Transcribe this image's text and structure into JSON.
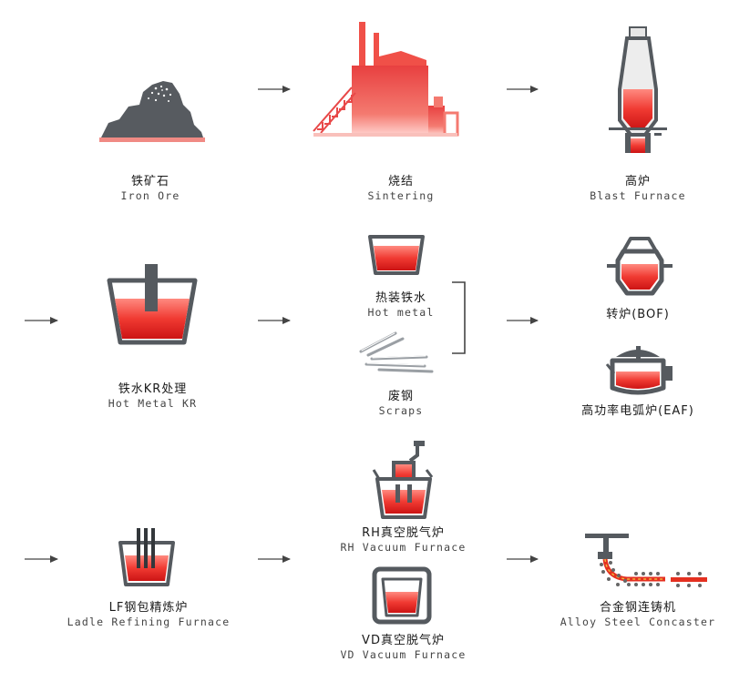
{
  "colors": {
    "steel": "#555a5f",
    "hot_top": "#ff5a50",
    "hot_bottom": "#d21818",
    "arrow": "#444444"
  },
  "nodes": {
    "iron_ore": {
      "zh": "铁矿石",
      "en": "Iron Ore",
      "icon": "iron-ore-pile-icon"
    },
    "sintering": {
      "zh": "烧结",
      "en": "Sintering",
      "icon": "sintering-plant-icon"
    },
    "blast_furnace": {
      "zh": "高炉",
      "en": "Blast Furnace",
      "icon": "blast-furnace-icon"
    },
    "kr": {
      "zh": "铁水KR处理",
      "en": "Hot Metal KR",
      "icon": "kr-ladle-icon"
    },
    "hot_metal": {
      "zh": "热装铁水",
      "en": "Hot metal",
      "icon": "hot-metal-ladle-icon"
    },
    "scraps": {
      "zh": "废钢",
      "en": "Scraps",
      "icon": "scrap-bars-icon"
    },
    "bof": {
      "zh": "转炉(BOF)",
      "en": "",
      "icon": "bof-converter-icon"
    },
    "eaf": {
      "zh": "高功率电弧炉(EAF)",
      "en": "",
      "icon": "eaf-furnace-icon"
    },
    "lf": {
      "zh": "LF钢包精炼炉",
      "en": "Ladle Refining Furnace",
      "icon": "lf-ladle-icon"
    },
    "rh": {
      "zh": "RH真空脱气炉",
      "en": "RH Vacuum  Furnace",
      "icon": "rh-degasser-icon"
    },
    "vd": {
      "zh": "VD真空脱气炉",
      "en": "VD Vacuum  Furnace",
      "icon": "vd-degasser-icon"
    },
    "caster": {
      "zh": "合金钢连铸机",
      "en": "Alloy Steel Concaster",
      "icon": "continuous-caster-icon"
    }
  }
}
